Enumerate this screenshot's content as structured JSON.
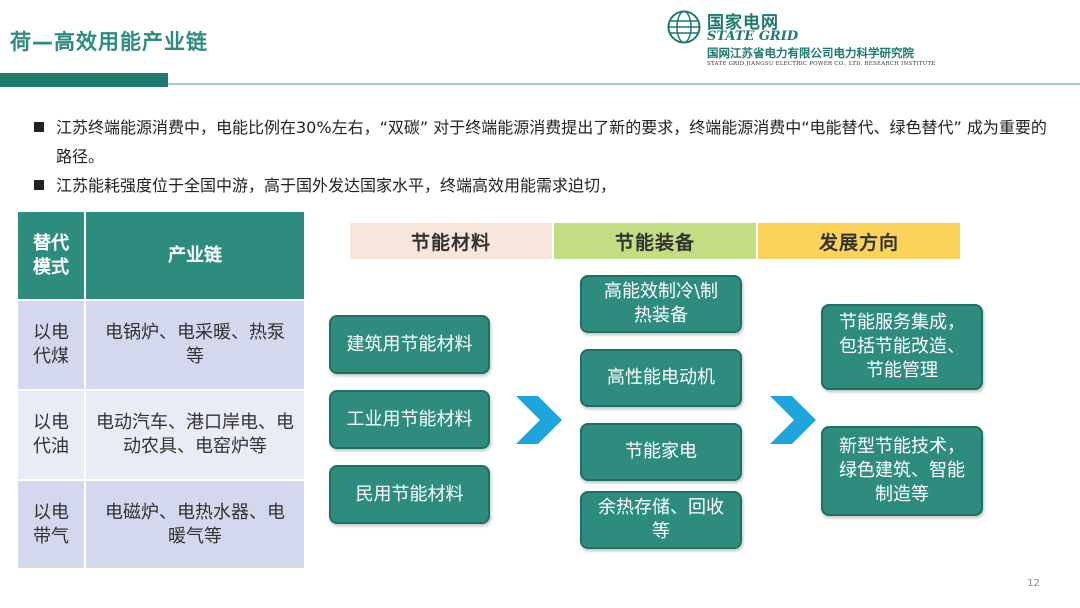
{
  "header": {
    "title": "荷—高效用能产业链",
    "logo_cn": "国家电网",
    "logo_en": "STATE GRID",
    "logo_org": "国网江苏省电力有限公司电力科学研究院",
    "logo_org_en": "STATE GRID JIANGSU ELECTRIC POWER CO., LTD. RESEARCH INSTITUTE"
  },
  "bullets": [
    "江苏终端能源消费中，电能比例在30%左右，“双碳” 对于终端能源消费提出了新的要求，终端能源消费中“电能替代、绿色替代” 成为重要的路径。",
    "江苏能耗强度位于全国中游，高于国外发达国家水平，终端高效用能需求迫切，"
  ],
  "table": {
    "headers": [
      "替代模式",
      "产业链"
    ],
    "rows": [
      {
        "mode": "以电代煤",
        "chain": "电锅炉、电采暖、热泵等"
      },
      {
        "mode": "以电代油",
        "chain": "电动汽车、港口岸电、电动农具、电窑炉等"
      },
      {
        "mode": "以电带气",
        "chain": "电磁炉、电热水器、电暖气等"
      }
    ]
  },
  "categories": [
    {
      "label": "节能材料",
      "color": "#f6e6dc"
    },
    {
      "label": "节能装备",
      "color": "#c2dd84"
    },
    {
      "label": "发展方向",
      "color": "#fbd35a"
    }
  ],
  "materials": [
    "建筑用节能材料",
    "工业用节能材料",
    "民用节能材料"
  ],
  "equipment": [
    "高能效制冷\\制热装备",
    "高性能电动机",
    "节能家电",
    "余热存储、回收等"
  ],
  "directions": [
    "节能服务集成，包括节能改造、节能管理",
    "新型节能技术，绿色建筑、智能制造等"
  ],
  "icons": {
    "arrow": "chevron-right-icon",
    "logo": "state-grid-globe-icon"
  },
  "colors": {
    "teal": "#2e8c7f",
    "arrow_blue": "#1ea6dc"
  },
  "page_number": "12"
}
